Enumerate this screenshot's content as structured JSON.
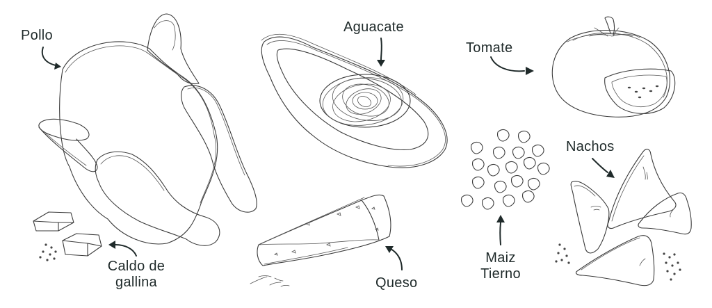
{
  "labels": {
    "pollo": "Pollo",
    "aguacate": "Aguacate",
    "tomate": "Tomate",
    "nachos": "Nachos",
    "caldo_line1": "Caldo de",
    "caldo_line2": "gallina",
    "queso": "Queso",
    "maiz_line1": "Maiz",
    "maiz_line2": "Tierno"
  },
  "colors": {
    "ink": "#3a3a3a",
    "label": "#1f2a2a",
    "background": "#ffffff"
  }
}
